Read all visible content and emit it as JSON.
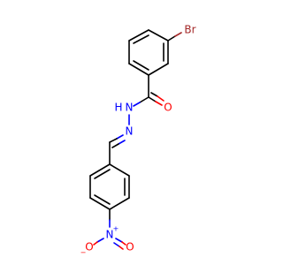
{
  "molecule": {
    "atoms": {
      "bromine": "Br",
      "carbonyl_oxygen": "O",
      "amide_nitrogen_h": "H",
      "amide_nitrogen": "N",
      "imine_nitrogen": "N",
      "nitro_nitrogen": "N",
      "nitro_nitrogen_charge": "+",
      "nitro_oxygen_left": "O",
      "nitro_oxygen_left_charge": "−",
      "nitro_oxygen_right": "O"
    },
    "colors": {
      "carbon_bond": "#000000",
      "bromine": "#a52a2a",
      "oxygen": "#ff0000",
      "nitrogen": "#0000ff"
    }
  }
}
